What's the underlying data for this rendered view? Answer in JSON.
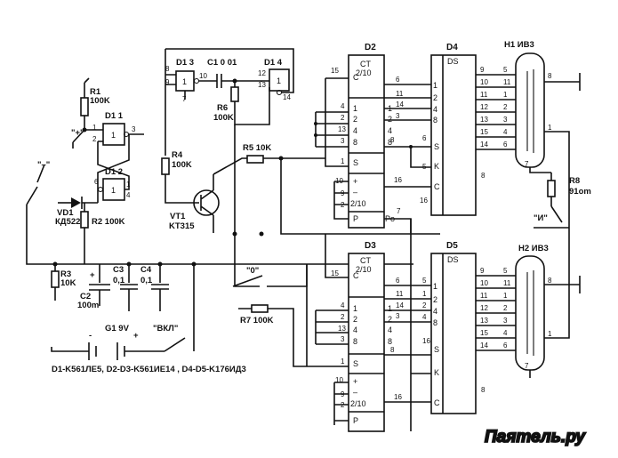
{
  "chips": {
    "d1_1": "D1 1",
    "d1_2": "D1 2",
    "d1_3": "D1 3",
    "d1_4": "D1 4",
    "d2": "D2",
    "d3": "D3",
    "d4": "D4",
    "d5": "D5",
    "ct": "CT",
    "ct_div": "2/10",
    "ds": "DS"
  },
  "resistors": {
    "r1": "R1",
    "r1_val": "100K",
    "r2": "R2 100K",
    "r3": "R3",
    "r3_val": "10K",
    "r4": "R4",
    "r4_val": "100K",
    "r5": "R5 10K",
    "r6": "R6",
    "r6_val": "100K",
    "r7": "R7 100K",
    "r8": "R8",
    "r8_val": "91om"
  },
  "capacitors": {
    "c1": "C1 0 01",
    "c2": "C2",
    "c2_val": "100m",
    "c3": "C3",
    "c3_val": "0,1",
    "c4": "C4",
    "c4_val": "0,1"
  },
  "semis": {
    "vd1": "VD1",
    "vd1_type": "КД522",
    "vt1": "VT1",
    "vt1_type": "KT315"
  },
  "indicators": {
    "h1": "H1 ИВ3",
    "h2": "H2 ИВ3"
  },
  "battery": {
    "g1": "G1 9V",
    "minus": "-",
    "plus": "+"
  },
  "switches": {
    "plus": "\"+\"",
    "minus": "\"–\"",
    "zero": "\"0\"",
    "i": "\"И\"",
    "on": "\"ВКЛ\""
  },
  "pins": {
    "ct_in": [
      "4",
      "2",
      "13",
      "3"
    ],
    "ct_w": [
      "1",
      "2",
      "4",
      "8"
    ],
    "ct_mid": [
      "S",
      "+",
      "–",
      "2/10",
      "P"
    ],
    "ds_in": [
      "1",
      "2",
      "4",
      "8"
    ],
    "ds_ctl": [
      "S",
      "K",
      "C"
    ],
    "seg_no": [
      "9",
      "10",
      "11",
      "12",
      "13",
      "15",
      "14"
    ],
    "seg_side": [
      "5",
      "11",
      "1",
      "2",
      "3",
      "4",
      "6"
    ]
  },
  "legend": "D1-K561ЛЕ5, D2-D3-K561ИЕ14 , D4-D5-K176ИД3",
  "watermark": "Паятель.ру"
}
